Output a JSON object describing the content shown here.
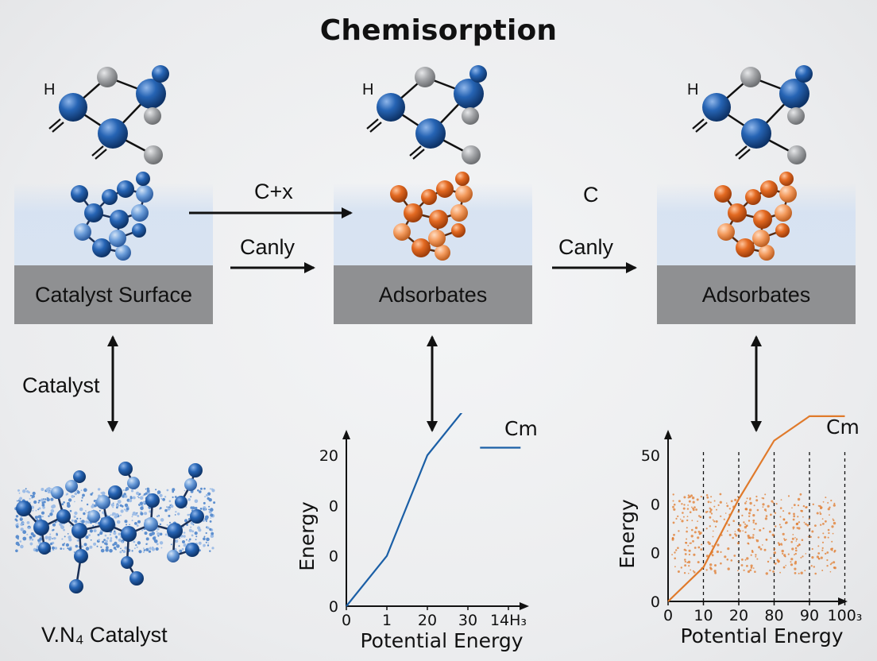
{
  "title": "Chemisorption",
  "panels": [
    {
      "label": "Catalyst Surface",
      "cluster_color": "blue"
    },
    {
      "label": "Adsorbates",
      "cluster_color": "orange"
    },
    {
      "label": "Adsorbates",
      "cluster_color": "orange"
    }
  ],
  "molecule_label": "H",
  "arrows": {
    "top1": "C+x",
    "bottom1": "Canly",
    "top2": "C",
    "bottom2": "Canly"
  },
  "side_label": "Catalyst",
  "bottom_caption": "V.N₄ Catalyst",
  "colors": {
    "blue_atom": "#1f5fae",
    "orange_atom": "#e06a22",
    "grey_atom": "#9a9ca0",
    "line_blue": "#1b5fa6",
    "line_orange": "#e07a2b",
    "bar_grey": "#8f9092"
  },
  "chart_data": [
    {
      "type": "line",
      "corner_label": "Cm",
      "xlabel": "Potential Energy",
      "ylabel": "Energy",
      "xticks": [
        "0",
        "1",
        "20",
        "30",
        "14H₃"
      ],
      "yticks": [
        "0",
        "0",
        "0",
        "20"
      ],
      "series": [
        {
          "points": [
            [
              0,
              0
            ],
            [
              1,
              1
            ],
            [
              2,
              3
            ],
            [
              3,
              4
            ]
          ]
        },
        {
          "points": [
            [
              3.3,
              3.15
            ],
            [
              4.3,
              3.15
            ]
          ]
        }
      ]
    },
    {
      "type": "line",
      "corner_label": "Cm",
      "xlabel": "Potential Energy",
      "ylabel": "Energy",
      "xticks": [
        "0",
        "10",
        "20",
        "80",
        "90",
        "100₃"
      ],
      "yticks": [
        "0",
        "0",
        "0",
        "50"
      ],
      "dashed_gridlines": true,
      "scatter_noise": true,
      "series": [
        {
          "points": [
            [
              0,
              0
            ],
            [
              1,
              0.7
            ],
            [
              2,
              2.1
            ],
            [
              3,
              3.3
            ],
            [
              4,
              3.8
            ],
            [
              5,
              3.8
            ]
          ]
        }
      ]
    }
  ]
}
